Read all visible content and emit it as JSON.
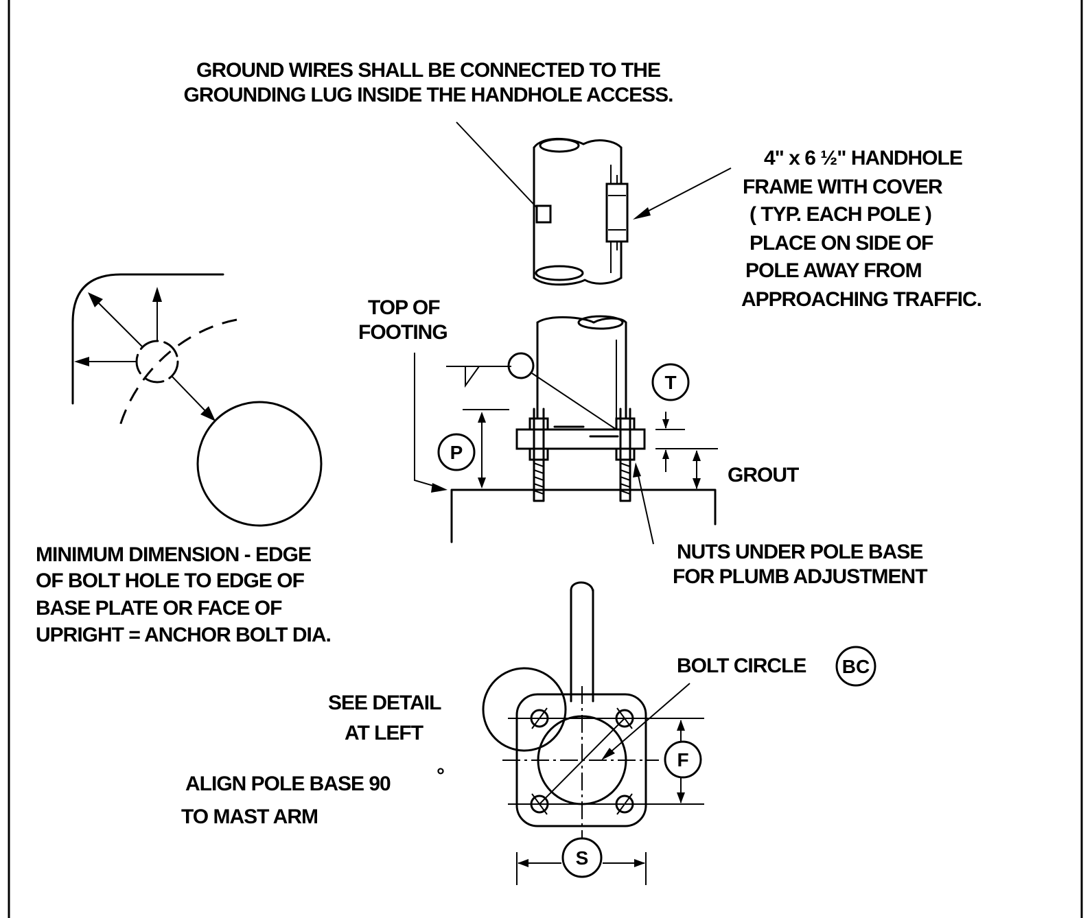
{
  "notes": {
    "ground_wires": [
      "GROUND WIRES SHALL BE CONNECTED TO THE",
      "GROUNDING LUG INSIDE THE HANDHOLE ACCESS."
    ],
    "handhole": [
      "4\" x 6 ½\" HANDHOLE",
      "FRAME WITH COVER",
      "( TYP. EACH POLE )",
      "PLACE ON SIDE OF",
      "POLE AWAY FROM",
      "APPROACHING TRAFFIC."
    ],
    "top_of_footing": [
      "TOP OF",
      "FOOTING"
    ],
    "grout": "GROUT",
    "nuts": [
      "NUTS UNDER POLE BASE",
      "FOR PLUMB ADJUSTMENT"
    ],
    "min_dimension": [
      "MINIMUM DIMENSION - EDGE",
      "OF BOLT HOLE TO EDGE OF",
      "BASE PLATE OR FACE OF",
      "UPRIGHT = ANCHOR BOLT DIA."
    ],
    "bolt_circle": "BOLT CIRCLE",
    "see_detail": [
      "SEE DETAIL",
      "AT LEFT"
    ],
    "align": [
      "ALIGN POLE BASE 90",
      "TO MAST ARM"
    ],
    "degree_symbol": "°"
  },
  "tags": {
    "T": "T",
    "P": "P",
    "BC": "BC",
    "F": "F",
    "S": "S"
  }
}
